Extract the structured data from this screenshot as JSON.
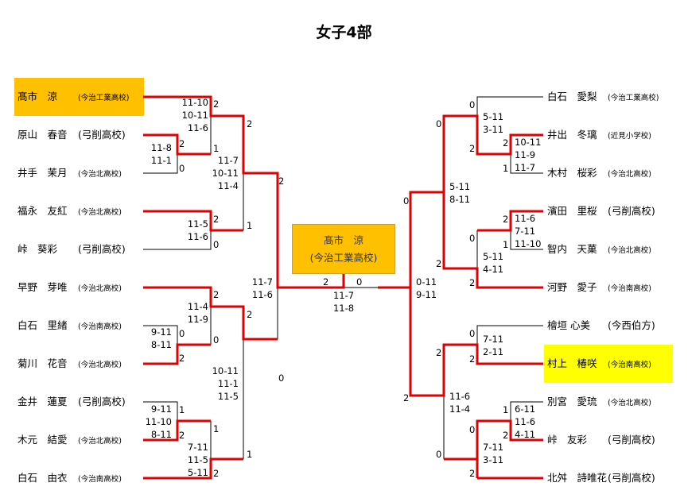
{
  "title": "女子4部",
  "colors": {
    "winner_line": "#E00000",
    "champion_bg": "#FFC000",
    "highlight_yellow": "#FFFF00"
  },
  "champion": {
    "name": "髙市　涼",
    "school": "(今治工業高校)"
  },
  "left_players": [
    {
      "name": "髙市　涼",
      "school": "(今治工業高校)"
    },
    {
      "name": "原山　春音",
      "school": "(弓削高校)"
    },
    {
      "name": "井手　茉月",
      "school": "(今治北高校)"
    },
    {
      "name": "福永　友紅",
      "school": "(今治北高校)"
    },
    {
      "name": "峠　葵彩",
      "school": "(弓削高校)"
    },
    {
      "name": "早野　芽唯",
      "school": "(今治北高校)"
    },
    {
      "name": "白石　里緒",
      "school": "(今治南高校)"
    },
    {
      "name": "菊川　花音",
      "school": "(今治北高校)"
    },
    {
      "name": "金井　蓮夏",
      "school": "(弓削高校)"
    },
    {
      "name": "木元　結愛",
      "school": "(今治北高校)"
    },
    {
      "name": "白石　由衣",
      "school": "(今治南高校)"
    }
  ],
  "right_players": [
    {
      "name": "白石　愛梨",
      "school": "(今治工業高校)"
    },
    {
      "name": "井出　冬璃",
      "school": "(近見小学校)"
    },
    {
      "name": "木村　桜彩",
      "school": "(今治北高校)"
    },
    {
      "name": "濱田　里桜",
      "school": "(弓削高校)"
    },
    {
      "name": "智内　天菓",
      "school": "(今治北高校)"
    },
    {
      "name": "河野　愛子",
      "school": "(今治南高校)"
    },
    {
      "name": "檜垣 心美",
      "school": "(今西伯方)"
    },
    {
      "name": "村上　椿咲",
      "school": "(今治南高校)"
    },
    {
      "name": "別宮　愛琉",
      "school": "(今治北高校)"
    },
    {
      "name": "峠　友彩",
      "school": "(弓削高校)"
    },
    {
      "name": "北舛　詩唯花",
      "school": "(弓削高校)"
    }
  ],
  "matches": [
    {
      "id": "L-R1-1",
      "scores": "11-10\n10-11\n11-6",
      "seeds": [
        "2",
        "1"
      ]
    },
    {
      "id": "L-R0-1",
      "scores": "11-8\n11-1",
      "seeds": [
        "2",
        "0"
      ]
    },
    {
      "id": "L-QF-1",
      "scores": "11-7\n10-11\n11-4",
      "seeds": [
        "2",
        "1"
      ]
    },
    {
      "id": "L-R1-2",
      "scores": "11-5\n11-6",
      "seeds": [
        "2",
        "0"
      ]
    },
    {
      "id": "L-SF",
      "scores": "11-7\n11-6",
      "seeds": [
        "2",
        "0"
      ]
    },
    {
      "id": "L-R1-3",
      "scores": "11-4\n11-9",
      "seeds": [
        "2",
        "0"
      ]
    },
    {
      "id": "L-R0-2",
      "scores": "9-11\n8-11",
      "seeds": [
        "0",
        "2"
      ]
    },
    {
      "id": "L-QF-2",
      "scores": "10-11\n11-1\n11-5",
      "seeds": [
        "2",
        "1"
      ]
    },
    {
      "id": "L-R0-3",
      "scores": "9-11\n11-10\n8-11",
      "seeds": [
        "1",
        "2"
      ]
    },
    {
      "id": "L-R1-4",
      "scores": "7-11\n11-5\n5-11",
      "seeds": [
        "1",
        "2"
      ]
    },
    {
      "id": "FINAL",
      "scores": "11-7\n11-8",
      "seeds": [
        "2",
        "0"
      ]
    },
    {
      "id": "R-R1-1",
      "scores": "5-11\n3-11",
      "seeds": [
        "0",
        "2"
      ]
    },
    {
      "id": "R-R0-1",
      "scores": "10-11\n11-9\n11-7",
      "seeds": [
        "2",
        "1"
      ]
    },
    {
      "id": "R-QF-1",
      "scores": "5-11\n8-11",
      "seeds": [
        "0",
        "2"
      ]
    },
    {
      "id": "R-R0-2",
      "scores": "11-6\n7-11\n11-10",
      "seeds": [
        "2",
        "1"
      ]
    },
    {
      "id": "R-R1-2",
      "scores": "5-11\n4-11",
      "seeds": [
        "0",
        "2"
      ]
    },
    {
      "id": "R-SF",
      "scores": "0-11\n9-11",
      "seeds": [
        "0",
        "2"
      ]
    },
    {
      "id": "R-R1-3",
      "scores": "7-11\n2-11",
      "seeds": [
        "0",
        "2"
      ]
    },
    {
      "id": "R-QF-2",
      "scores": "11-6\n11-4",
      "seeds": [
        "2",
        "0"
      ]
    },
    {
      "id": "R-R0-3",
      "scores": "6-11\n11-6\n4-11",
      "seeds": [
        "1",
        "2"
      ]
    },
    {
      "id": "R-R1-4",
      "scores": "7-11\n3-11",
      "seeds": [
        "0",
        "2"
      ]
    }
  ]
}
